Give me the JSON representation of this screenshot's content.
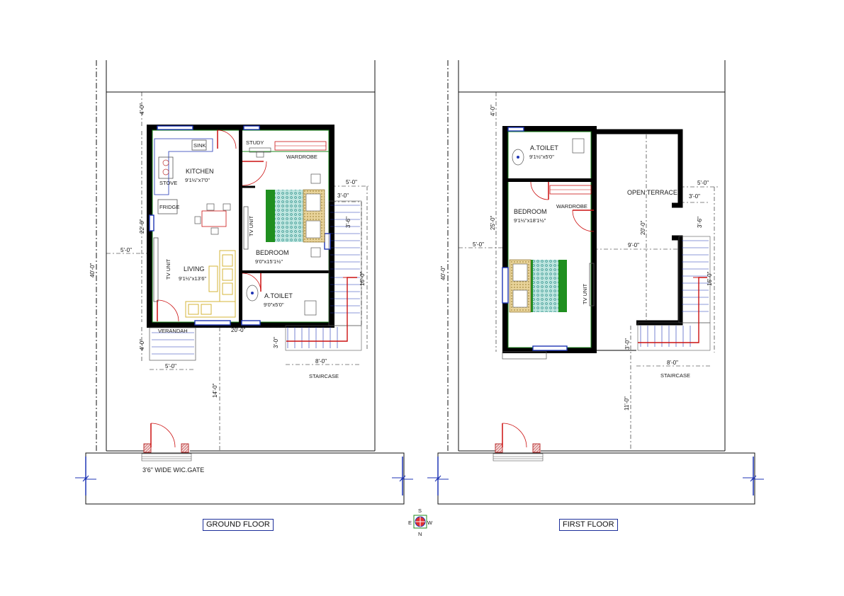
{
  "ground_floor": {
    "title": "GROUND FLOOR",
    "rooms": {
      "kitchen": {
        "name": "KITCHEN",
        "size": "9'1½\"x7'0\""
      },
      "living": {
        "name": "LIVING",
        "size": "9'1½\"x13'6\""
      },
      "bedroom": {
        "name": "BEDROOM",
        "size": "9'0\"x15'1½\""
      },
      "toilet": {
        "name": "A.TOILET",
        "size": "9'0\"x5'0\""
      },
      "study": "STUDY",
      "wardrobe": "WARDROBE",
      "sink": "SINK",
      "stove": "STOVE",
      "fridge": "FRIDGE",
      "tv_unit_1": "TV UNIT",
      "tv_unit_2": "TV UNIT",
      "verandah": "VERANDAH",
      "staircase": "STAIRCASE"
    },
    "gate": "3'6\" WIDE WIC.GATE",
    "dims": {
      "d4_top": "4'-0\"",
      "d22": "22'-0\"",
      "d40": "40'-0\"",
      "d5_left": "5'-0\"",
      "d4_bottom": "4'-0\"",
      "d5_bottom": "5'-0\"",
      "d14": "14'-0\"",
      "d20": "20'-0\"",
      "d5_right": "5'-0\"",
      "d3_right": "3'-0\"",
      "d36": "3'-6\"",
      "d16": "16'-0\"",
      "d3_low": "3'-0\"",
      "d8": "8'-0\""
    }
  },
  "first_floor": {
    "title": "FIRST FLOOR",
    "rooms": {
      "toilet": {
        "name": "A.TOILET",
        "size": "9'1½\"x5'0\""
      },
      "bedroom": {
        "name": "BEDROOM",
        "size": "9'1½\"x18'1½\""
      },
      "wardrobe": "WARDROBE",
      "terrace": "OPEN TERRACE",
      "tv_unit": "TV UNIT",
      "staircase": "STAIRCASE"
    },
    "dims": {
      "d4_top": "4'-0\"",
      "d25": "25'-0\"",
      "d40": "40'-0\"",
      "d5_left": "5'-0\"",
      "d5_right": "5'-0\"",
      "d3_right": "3'-0\"",
      "d36": "3'-6\"",
      "d20": "20'-0\"",
      "d9": "9'-0\"",
      "d16": "16'-0\"",
      "d3_low": "3'-0\"",
      "d8": "8'-0\"",
      "d11": "11'-0\""
    }
  },
  "compass": {
    "n": "N",
    "s": "S",
    "e": "E",
    "w": "W"
  },
  "colors": {
    "wall": "#000000",
    "outline": "#1e8a1e",
    "window": "#1f35b5",
    "door": "#cc1111",
    "furniture": "#d4b43a"
  }
}
